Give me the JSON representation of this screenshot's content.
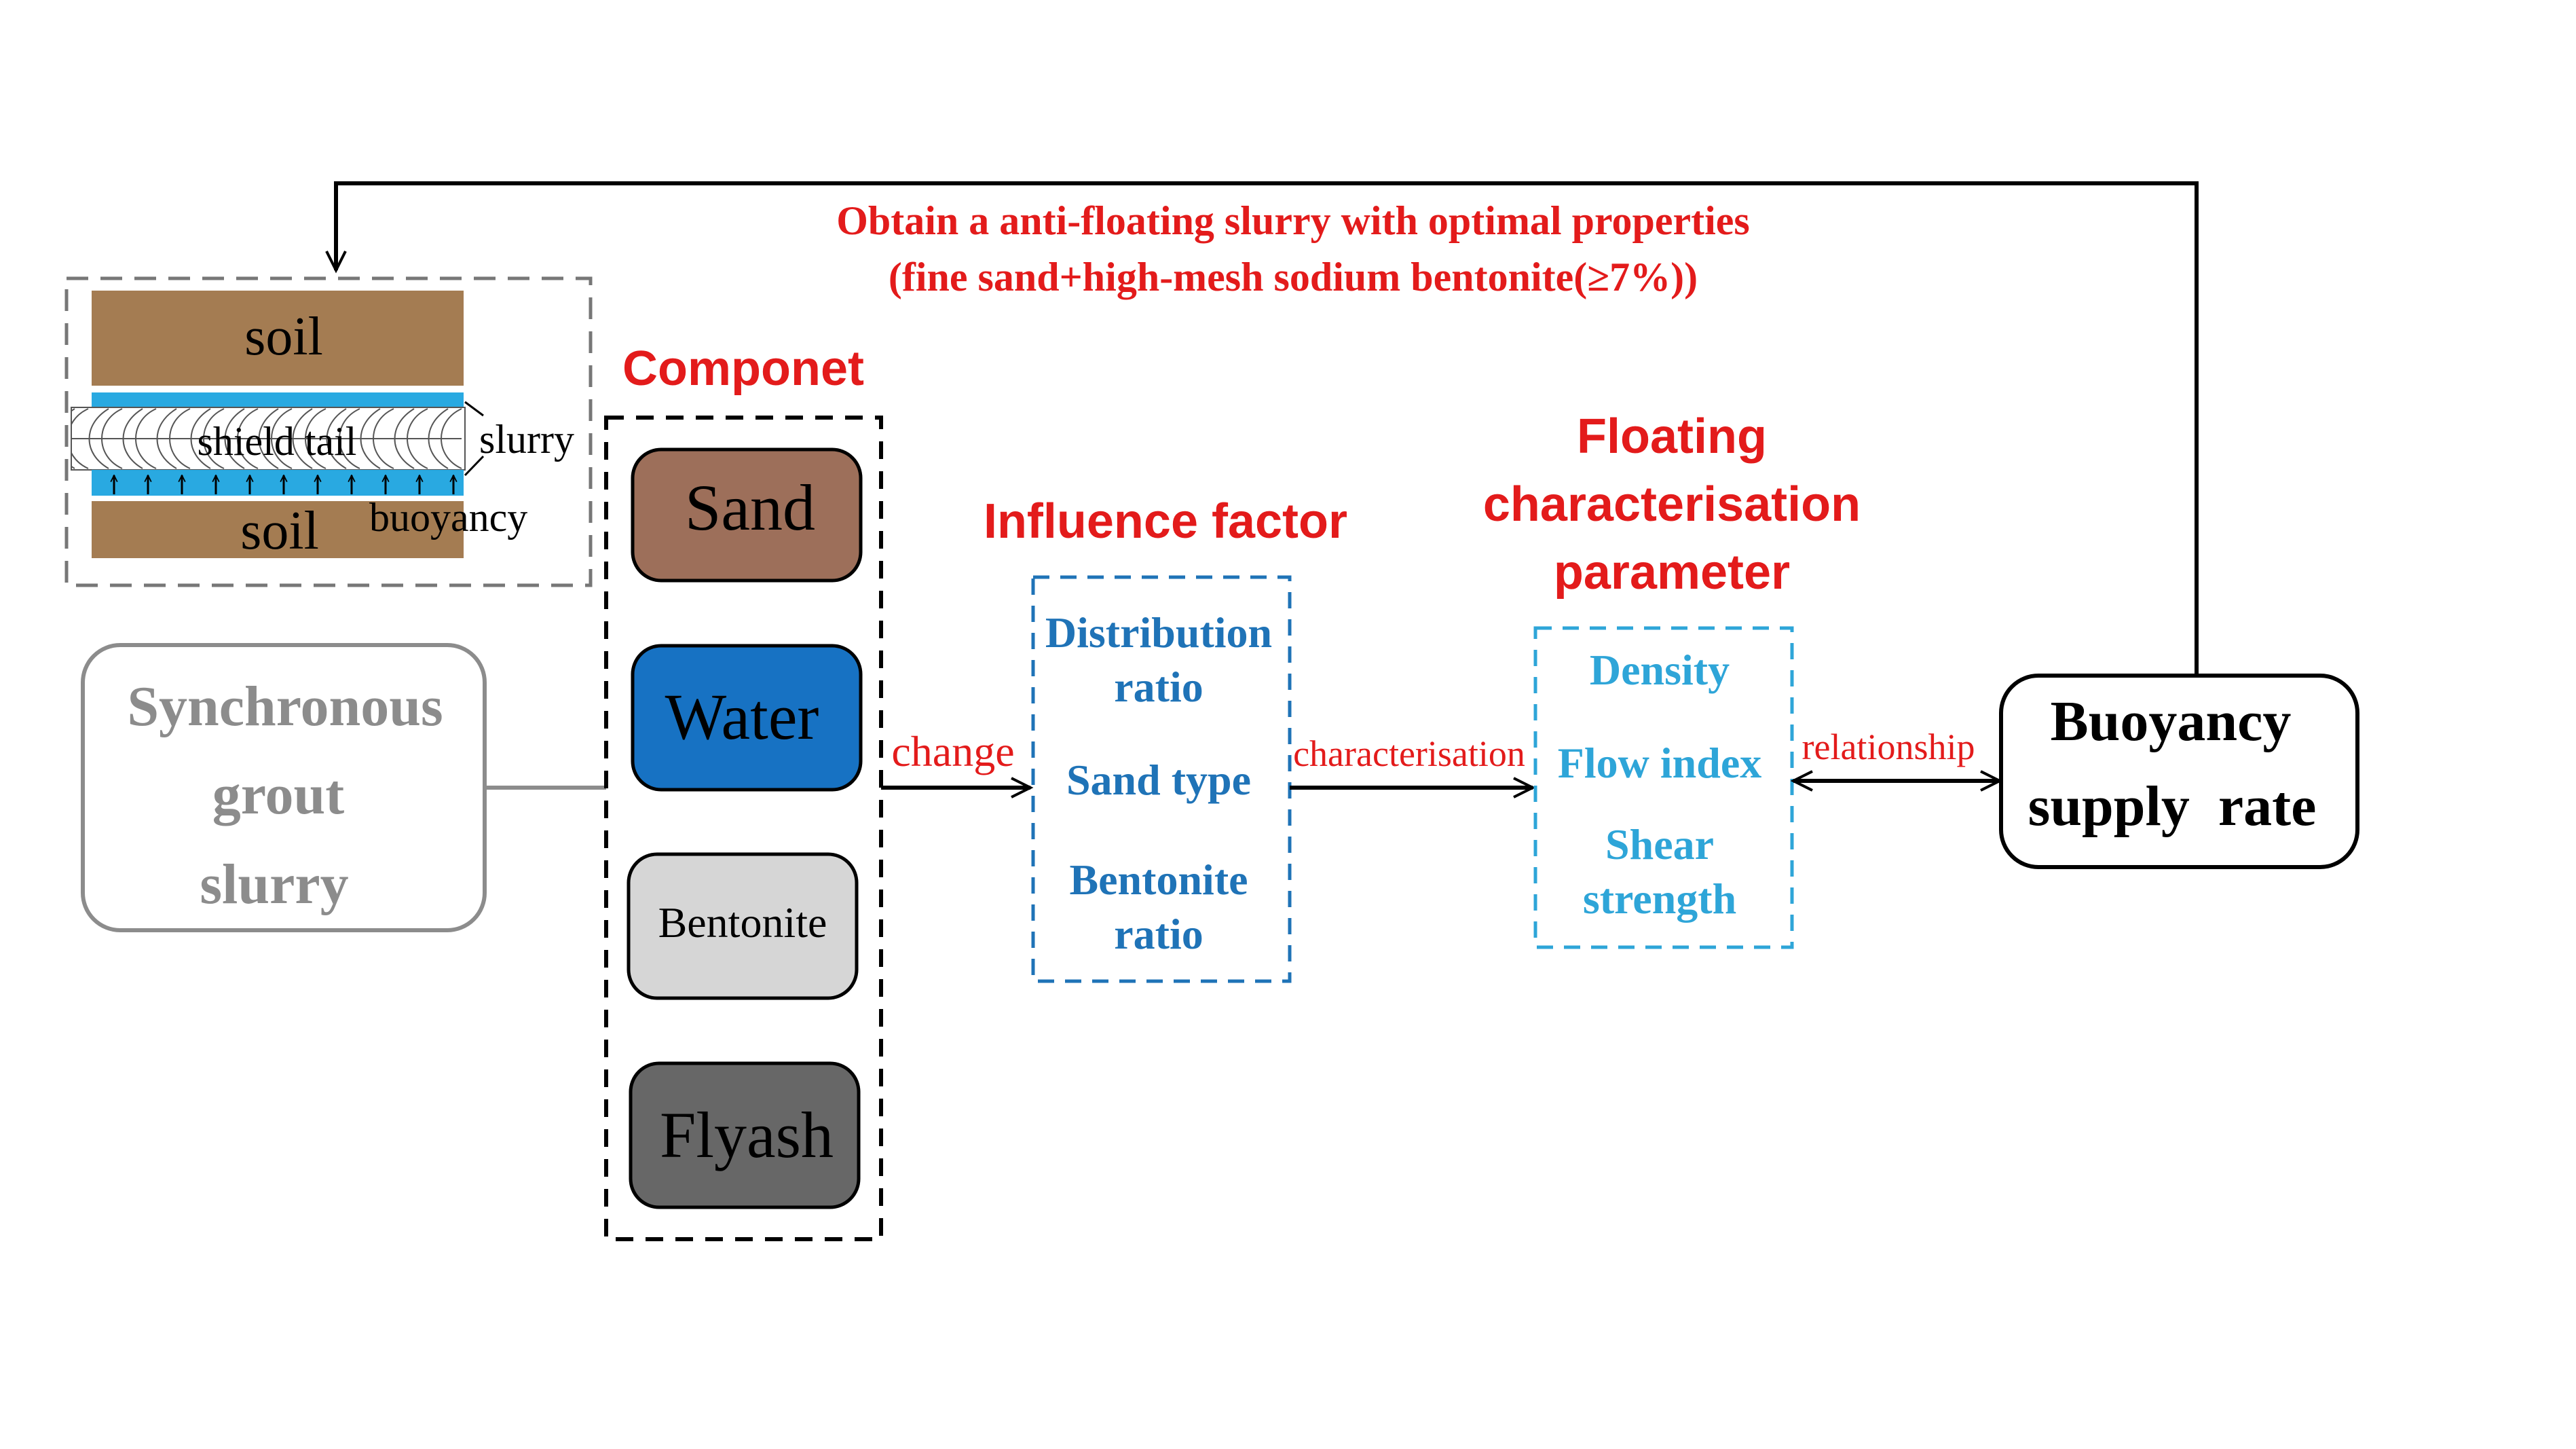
{
  "feedback": {
    "line1": "Obtain a anti-floating slurry with optimal properties",
    "line2": "(fine sand+high-mesh sodium bentonite(≥7%))"
  },
  "inset": {
    "soil_top": "soil",
    "soil_bottom": "soil",
    "shield_tail": "shield tail",
    "slurry": "slurry",
    "buoyancy": "buoyancy"
  },
  "grout": {
    "line1": "Synchronous",
    "line2": "grout",
    "line3": "slurry"
  },
  "component": {
    "title": "Componet",
    "items": [
      "Sand",
      "Water",
      "Bentonite",
      "Flyash"
    ]
  },
  "influence": {
    "title": "Influence factor",
    "items": [
      [
        "Distribution",
        "ratio"
      ],
      [
        "Sand type"
      ],
      [
        "Bentonite",
        "ratio"
      ]
    ]
  },
  "floating": {
    "title": [
      "Floating",
      "characterisation",
      "parameter"
    ],
    "items": [
      [
        "Density"
      ],
      [
        "Flow index"
      ],
      [
        "Shear",
        "strength"
      ]
    ]
  },
  "result": {
    "line1": "Buoyancy",
    "line2": "supply  rate"
  },
  "edges": {
    "change": "change",
    "characterisation": "characterisation",
    "relationship": "relationship"
  },
  "colors": {
    "red": "#e31b1b",
    "soil": "#a47c52",
    "slurry": "#29a9e1",
    "sand": "#9d6f5a",
    "water": "#1772c3",
    "bentonite": "#d6d6d6",
    "flyash": "#676767",
    "influence_blue": "#1f73b7",
    "floating_blue": "#2ea5d8",
    "grey_text": "#8c8c8c"
  }
}
